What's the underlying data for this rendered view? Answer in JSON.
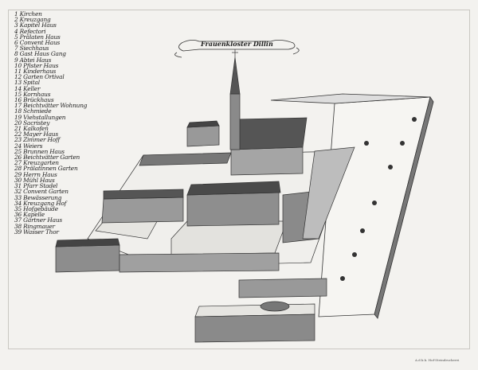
{
  "title": "Frauenkloster Dillin",
  "legend": [
    "1 Kirchen",
    "2 Kreuzgang",
    "3 Kapitel Haus",
    "4 Refectori",
    "5 Prälaten Haus",
    "6 Convent Haus",
    "7 Siechhaus",
    "8 Gast Haus Gang",
    "9 Abtei Haus",
    "10 Pfister Haus",
    "11 Kinderhaus",
    "12 Garten Ortival",
    "13 Spital",
    "14 Keller",
    "15 Kornhaus",
    "16 Brückhaus",
    "17 Beichtvätter Wohnung",
    "18 Schmiede",
    "19 Viehstallungen",
    "20 Sacristey",
    "21 Kalkofen",
    "22 Mayer Haus",
    "23 Zimmer Hoff",
    "24 Weiers",
    "25 Brunnen Haus",
    "26 Beichtvätter Garten",
    "27 Kreuzgarten",
    "28 Prälatinnen Garten",
    "29 Herrn Haus",
    "30 Mühl Haus",
    "31 Pfarr Stadel",
    "32 Convent Garten",
    "33 Bewässerung",
    "34 Kreuzgang Hof",
    "35 Hofgebäude",
    "36 Kapelle",
    "37 Gärtner Haus",
    "38 Ringmauer",
    "39 Wasser Thor"
  ],
  "credit": "A.d.k.k. Hof-Steindruckerei"
}
